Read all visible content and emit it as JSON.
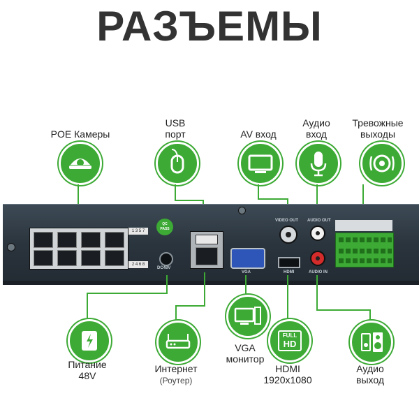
{
  "title": "РАЗЪЕМЫ",
  "top_labels": {
    "poe": "POE Камеры",
    "usb_line1": "USB",
    "usb_line2": "порт",
    "av": "AV вход",
    "audio_in_line1": "Аудио",
    "audio_in_line2": "вход",
    "alarm_line1": "Тревожные",
    "alarm_line2": "выходы"
  },
  "bottom_labels": {
    "power_line1": "Питание",
    "power_line2": "48V",
    "internet_line1": "Интернет",
    "internet_line2": "(Роутер)",
    "vga_line1": "VGA",
    "vga_line2": "монитор",
    "hdmi_line1": "HDMI",
    "hdmi_line2": "1920x1080",
    "audio_out_line1": "Аудио",
    "audio_out_line2": "выход"
  },
  "device_marks": {
    "ports_top": "1 3 5 7",
    "ports_bottom": "2 4 6 8",
    "qc_line1": "QC",
    "qc_line2": "PASS",
    "dc48v": "DC48V",
    "vga": "VGA",
    "hdmi": "HDMI",
    "video_out": "VIDEO OUT",
    "audio_out": "AUDIO OUT",
    "audio_in": "AUDIO IN",
    "hdmi_badge_top": "FULL",
    "hdmi_badge_bottom": "HD"
  },
  "colors": {
    "accent": "#3daa35",
    "device": "#2f3a44",
    "title": "#333333"
  }
}
